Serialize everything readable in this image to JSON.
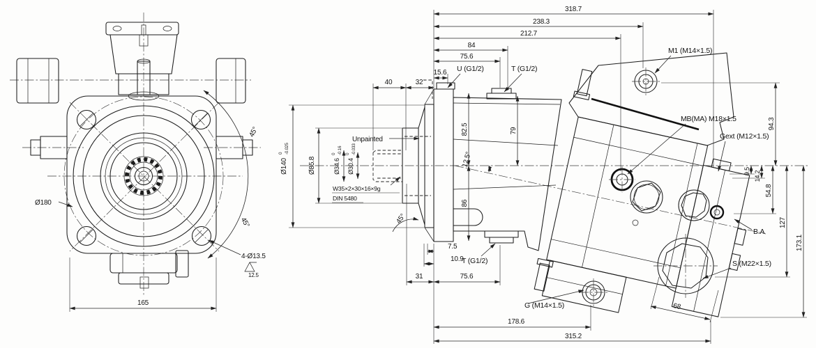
{
  "front_view": {
    "dia_bolt_circle": "Ø180",
    "angle_45": "45°",
    "corner_holes": "4-Ø13.5",
    "surface_roughness": "12.5",
    "overall_width": "165"
  },
  "side_view": {
    "top_dims": {
      "d318_7": "318.7",
      "d238_3": "238.3",
      "d212_7": "212.7",
      "d84": "84",
      "d75_6": "75.6",
      "d15_6": "15.6",
      "d32": "32",
      "d40": "40"
    },
    "bottom_dims": {
      "d7_5": "7.5",
      "d10_9": "10.9",
      "d31": "31",
      "d75_6": "75.6",
      "d178_6": "178.6",
      "d315_2": "315.2",
      "d68": "68"
    },
    "vert_dims": {
      "d82_5": "82.5",
      "d79": "79",
      "d86": "86",
      "d94_3": "94.3",
      "d9_5": "9.5",
      "d14_2": "14.2",
      "d54_8": "54.8",
      "d127": "127",
      "d173_1": "173.1"
    },
    "shaft": {
      "unpainted": "Unpainted",
      "spline_callout": "W35×2×30×16×9g",
      "spline_standard": "DIN 5480",
      "d140": "Ø140",
      "d140_tol_hi": "0",
      "d140_tol_lo": "-0.025",
      "d85_8": "Ø85.8",
      "d34_6": "Ø34.6",
      "d34_6_tol_hi": "0",
      "d34_6_tol_lo": "-0.16",
      "d30_4": "Ø30.4",
      "d30_4_tol_hi": "0",
      "d30_4_tol_lo": "-0.033"
    },
    "ports": {
      "u": "U (G1/2)",
      "t_top": "T (G1/2)",
      "t_bottom": "T (G1/2)",
      "m1": "M1 (M14×1.5)",
      "mb": "MB(MA) M18×1.5",
      "gext": "Gext (M12×1.5)",
      "ba": "B.A",
      "s": "S (M22×1.5)",
      "g": "G (M14×1.5)"
    },
    "angles": {
      "bend": "12.5°",
      "chamfer": "45°"
    }
  }
}
